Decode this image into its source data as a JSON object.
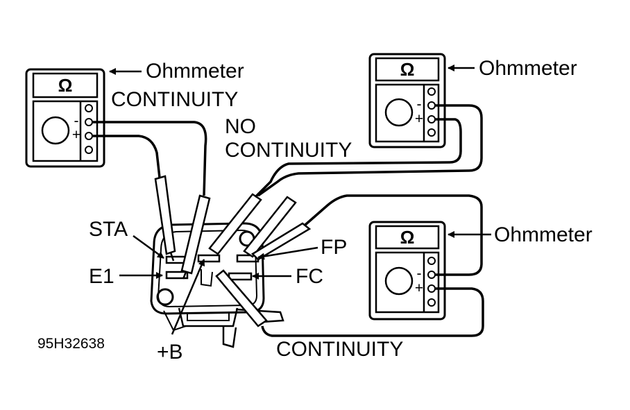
{
  "meters": [
    {
      "label": "Ohmmeter",
      "symbol": "Ω"
    },
    {
      "label": "Ohmmeter",
      "symbol": "Ω"
    },
    {
      "label": "Ohmmeter",
      "symbol": "Ω"
    }
  ],
  "results": {
    "top_left": "CONTINUITY",
    "middle_no": "NO",
    "middle_cont": "CONTINUITY",
    "bottom": "CONTINUITY"
  },
  "terminals": {
    "sta": "STA",
    "e1": "E1",
    "fp": "FP",
    "fc": "FC",
    "b": "+B"
  },
  "polarity": {
    "minus": "-",
    "plus": "+"
  },
  "figure_id": "95H32638"
}
